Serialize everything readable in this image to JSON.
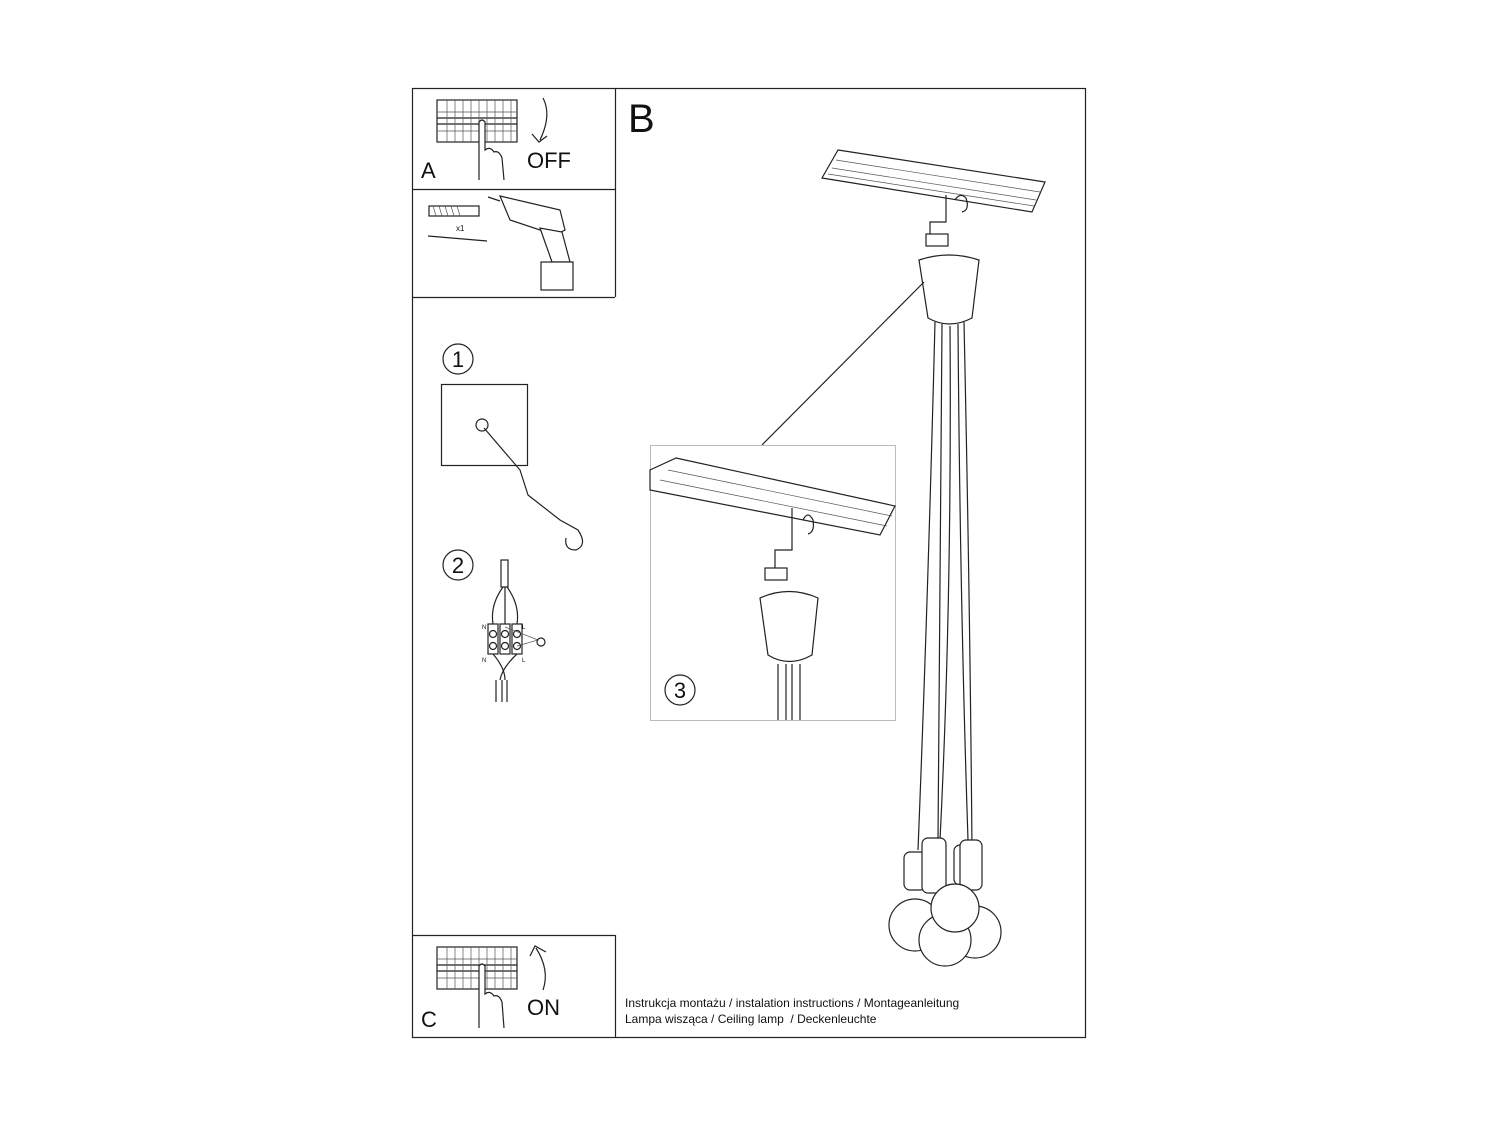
{
  "panels": {
    "a": {
      "letter": "A",
      "action": "OFF"
    },
    "tools": {
      "quantity": "x1"
    },
    "b": {
      "letter": "B"
    },
    "c": {
      "letter": "C",
      "action": "ON"
    }
  },
  "steps": {
    "one": "1",
    "two": "2",
    "three": "3"
  },
  "wiring": {
    "neutral": "N",
    "live": "L"
  },
  "footer": {
    "line1": "Instrukcja montażu / instalation instructions / Montageanleitung",
    "line2": "Lampa wisząca / Ceiling lamp  / Deckenleuchte"
  }
}
